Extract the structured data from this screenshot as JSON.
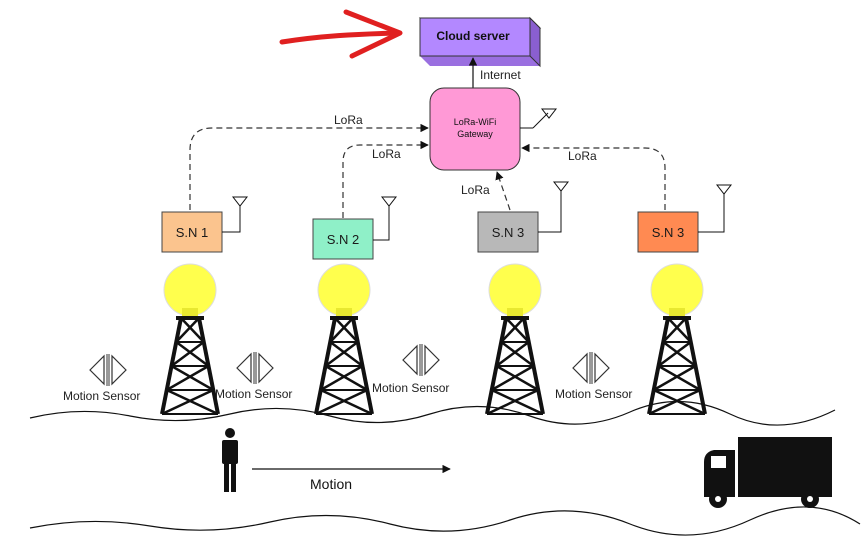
{
  "cloud": {
    "label": "Cloud server",
    "link_label": "Internet",
    "color": "#b388ff"
  },
  "gateway": {
    "line1": "LoRa-WiFi",
    "line2": "Gateway",
    "color": "#ff99d6"
  },
  "links": {
    "sn1": "LoRa",
    "sn2": "LoRa",
    "sn3": "LoRa",
    "sn4": "LoRa"
  },
  "nodes": [
    {
      "label": "S.N 1",
      "color": "#fbc48e"
    },
    {
      "label": "S.N 2",
      "color": "#8ff0c8"
    },
    {
      "label": "S.N 3",
      "color": "#b8b8b8"
    },
    {
      "label": "S.N 3",
      "color": "#ff8a52"
    }
  ],
  "sensors": [
    {
      "label": "Motion Sensor"
    },
    {
      "label": "Motion Sensor"
    },
    {
      "label": "Motion Sensor"
    },
    {
      "label": "Motion Sensor"
    }
  ],
  "motion": {
    "label": "Motion"
  },
  "colors": {
    "bulb": "#ffff4d",
    "annotation_arrow": "#e02020"
  }
}
